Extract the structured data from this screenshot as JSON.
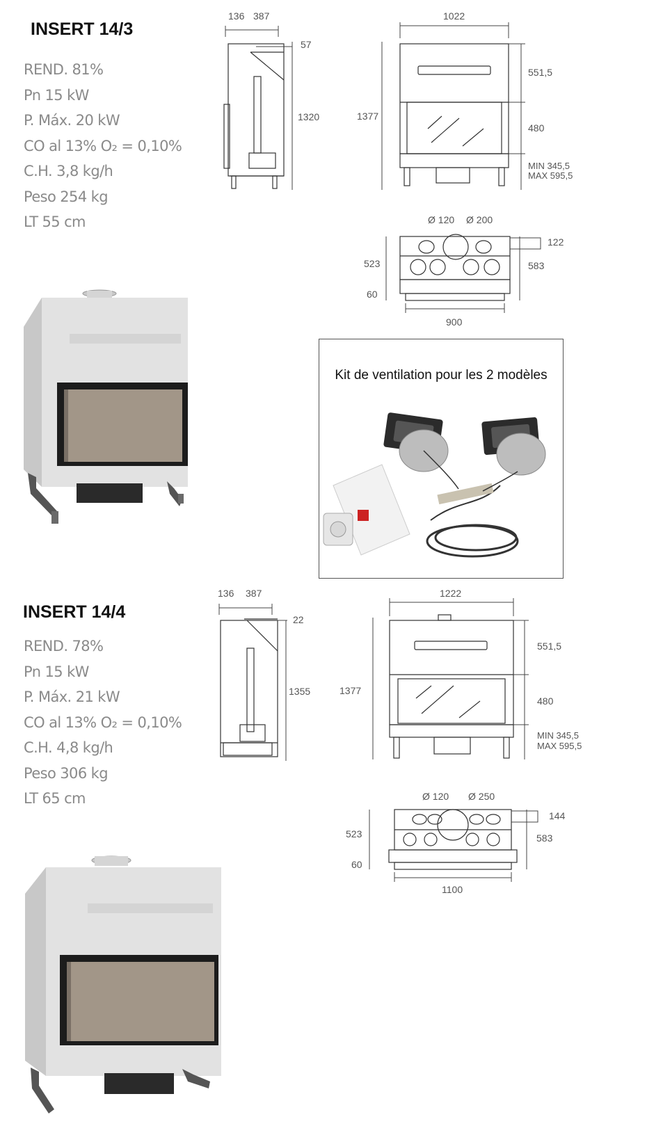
{
  "models": [
    {
      "title": "INSERT 14/3",
      "specs": [
        "REND. 81%",
        "Pn 15 kW",
        "P. Máx. 20 kW",
        "CO al 13% O₂ = 0,10%",
        "C.H. 3,8 kg/h",
        "Peso 254 kg",
        "LT 55 cm"
      ],
      "side_dims": {
        "a": "136",
        "b": "387",
        "top": "57",
        "height": "1320"
      },
      "front_dims": {
        "width": "1022",
        "height": "1377",
        "upper": "551,5",
        "glass": "480",
        "min": "MIN 345,5",
        "max": "MAX 595,5"
      },
      "top_dims": {
        "d1": "Ø 120",
        "d2": "Ø 200",
        "right_small": "122",
        "left": "523",
        "right": "583",
        "bottom": "60",
        "width": "900"
      }
    },
    {
      "title": "INSERT 14/4",
      "specs": [
        "REND. 78%",
        "Pn 15 kW",
        "P. Máx. 21 kW",
        "CO al 13% O₂ = 0,10%",
        "C.H. 4,8 kg/h",
        "Peso 306 kg",
        "LT 65 cm"
      ],
      "side_dims": {
        "a": "136",
        "b": "387",
        "top": "22",
        "height": "1355"
      },
      "front_dims": {
        "width": "1222",
        "height": "1377",
        "upper": "551,5",
        "glass": "480",
        "min": "MIN 345,5",
        "max": "MAX 595,5"
      },
      "top_dims": {
        "d1": "Ø 120",
        "d2": "Ø 250",
        "right_small": "144",
        "left": "523",
        "right": "583",
        "bottom": "60",
        "width": "1100"
      }
    }
  ],
  "kit": {
    "title": "Kit de ventilation pour les 2 modèles"
  },
  "colors": {
    "title": "#111111",
    "specs": "#8a8a8a",
    "drawing": "#333333"
  }
}
